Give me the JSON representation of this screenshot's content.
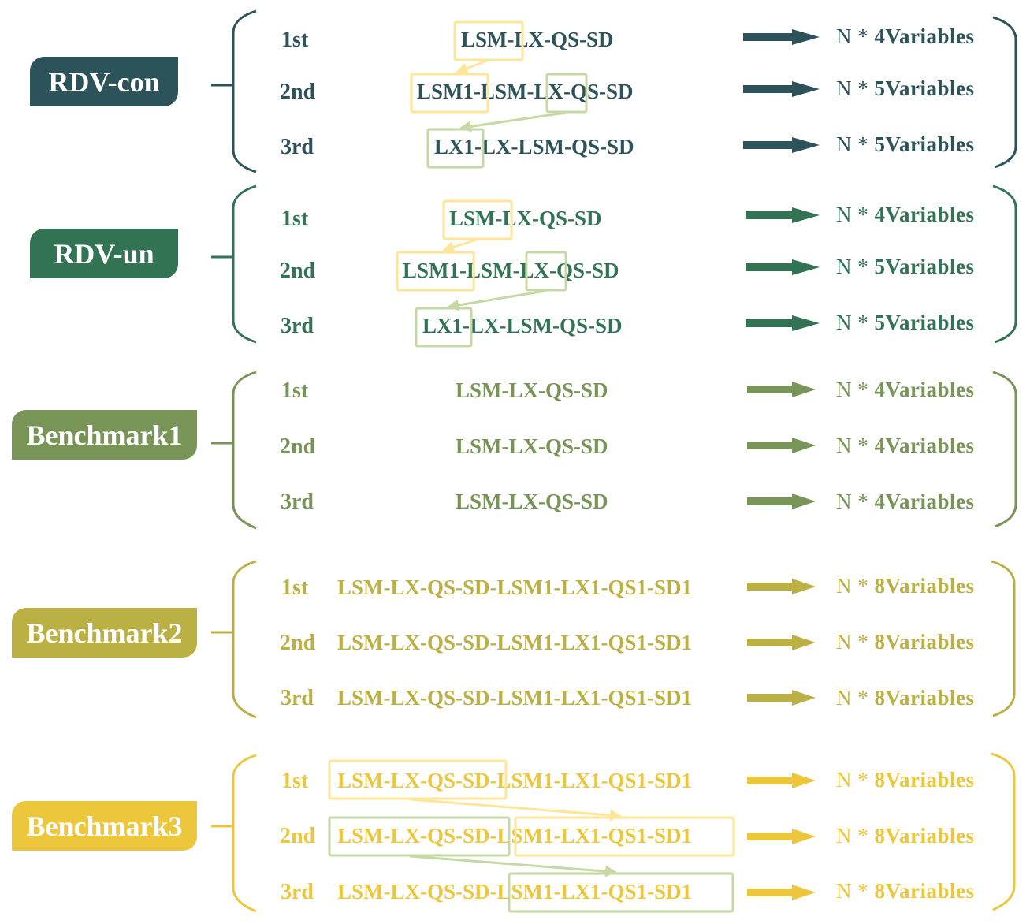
{
  "colors": {
    "rdv_con": "#2d535a",
    "rdv_un": "#327354",
    "benchmark1": "#789456",
    "benchmark2": "#bbb043",
    "benchmark3": "#ecc73b",
    "highlight_yellow": "#fde69a",
    "highlight_green": "#c6d9a4"
  },
  "groups": [
    {
      "name": "RDV-con",
      "rows": [
        {
          "ordinal": "1st",
          "sequence": "LSM-LX-QS-SD",
          "variables_prefix": "N * ",
          "variables": "4Variables"
        },
        {
          "ordinal": "2nd",
          "sequence": "LSM1-LSM-LX-QS-SD",
          "variables_prefix": "N * ",
          "variables": "5Variables"
        },
        {
          "ordinal": "3rd",
          "sequence": "LX1-LX-LSM-QS-SD",
          "variables_prefix": "N * ",
          "variables": "5Variables"
        }
      ]
    },
    {
      "name": "RDV-un",
      "rows": [
        {
          "ordinal": "1st",
          "sequence": "LSM-LX-QS-SD",
          "variables_prefix": "N * ",
          "variables": "4Variables"
        },
        {
          "ordinal": "2nd",
          "sequence": "LSM1-LSM-LX-QS-SD",
          "variables_prefix": "N * ",
          "variables": "5Variables"
        },
        {
          "ordinal": "3rd",
          "sequence": "LX1-LX-LSM-QS-SD",
          "variables_prefix": "N * ",
          "variables": "5Variables"
        }
      ]
    },
    {
      "name": "Benchmark1",
      "rows": [
        {
          "ordinal": "1st",
          "sequence": "LSM-LX-QS-SD",
          "variables_prefix": "N * ",
          "variables": "4Variables"
        },
        {
          "ordinal": "2nd",
          "sequence": "LSM-LX-QS-SD",
          "variables_prefix": "N * ",
          "variables": "4Variables"
        },
        {
          "ordinal": "3rd",
          "sequence": "LSM-LX-QS-SD",
          "variables_prefix": "N * ",
          "variables": "4Variables"
        }
      ]
    },
    {
      "name": "Benchmark2",
      "rows": [
        {
          "ordinal": "1st",
          "sequence": "LSM-LX-QS-SD-LSM1-LX1-QS1-SD1",
          "variables_prefix": "N * ",
          "variables": "8Variables"
        },
        {
          "ordinal": "2nd",
          "sequence": "LSM-LX-QS-SD-LSM1-LX1-QS1-SD1",
          "variables_prefix": "N * ",
          "variables": "8Variables"
        },
        {
          "ordinal": "3rd",
          "sequence": "LSM-LX-QS-SD-LSM1-LX1-QS1-SD1",
          "variables_prefix": "N * ",
          "variables": "8Variables"
        }
      ]
    },
    {
      "name": "Benchmark3",
      "rows": [
        {
          "ordinal": "1st",
          "sequence": "LSM-LX-QS-SD-LSM1-LX1-QS1-SD1",
          "variables_prefix": "N * ",
          "variables": "8Variables"
        },
        {
          "ordinal": "2nd",
          "sequence": "LSM-LX-QS-SD-LSM1-LX1-QS1-SD1",
          "variables_prefix": "N * ",
          "variables": "8Variables"
        },
        {
          "ordinal": "3rd",
          "sequence": "LSM-LX-QS-SD-LSM1-LX1-QS1-SD1",
          "variables_prefix": "N * ",
          "variables": "8Variables"
        }
      ]
    }
  ]
}
